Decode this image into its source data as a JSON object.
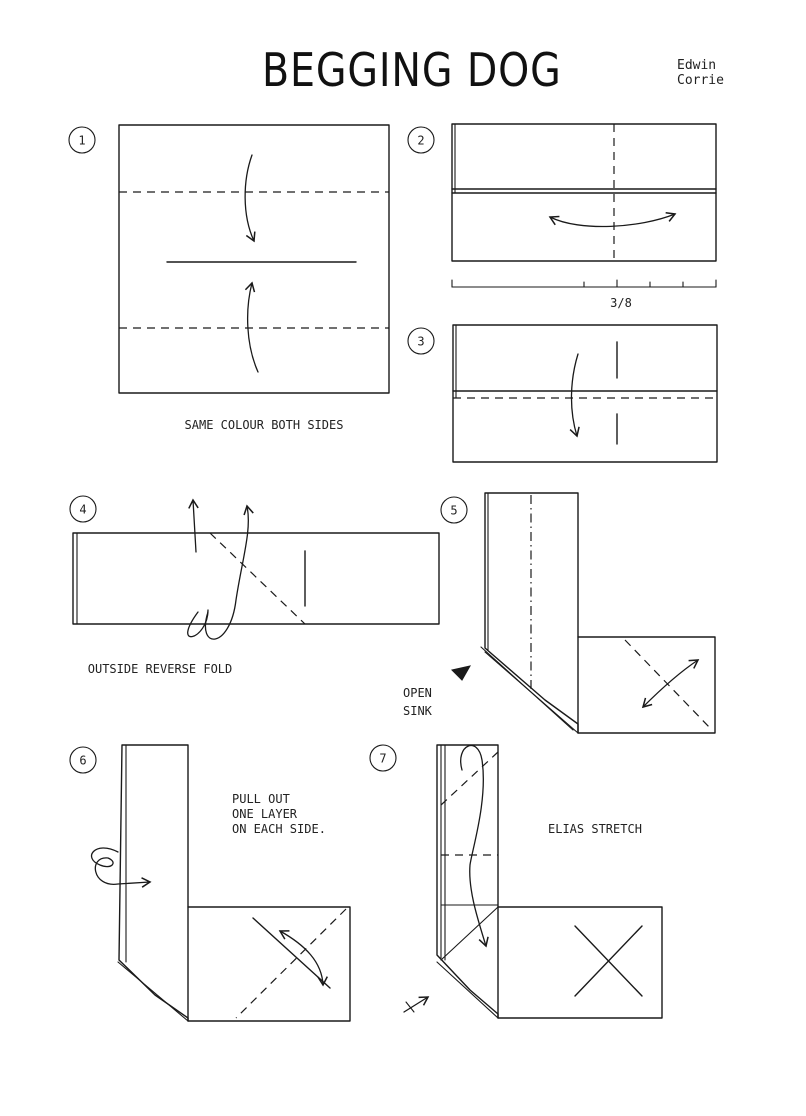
{
  "header": {
    "title": "BEGGING DOG",
    "author_first": "Edwin",
    "author_last": "Corrie"
  },
  "steps": [
    {
      "number": "1",
      "caption": "SAME COLOUR BOTH SIDES"
    },
    {
      "number": "2",
      "measure": "3/8"
    },
    {
      "number": "3"
    },
    {
      "number": "4",
      "caption": "OUTSIDE REVERSE FOLD"
    },
    {
      "number": "5",
      "caption_line1": "OPEN",
      "caption_line2": "SINK"
    },
    {
      "number": "6",
      "caption_line1": "PULL OUT",
      "caption_line2": "ONE LAYER",
      "caption_line3": "ON EACH SIDE."
    },
    {
      "number": "7",
      "caption": "ELIAS STRETCH"
    }
  ]
}
